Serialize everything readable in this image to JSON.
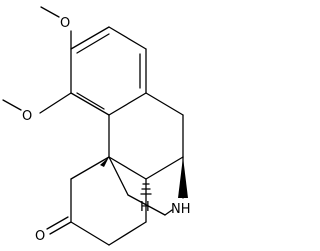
{
  "molecule": {
    "atoms": {
      "oxygen_top": "O",
      "oxygen_mid": "O",
      "oxygen_carbonyl": "O",
      "nitrogen": "NH",
      "hydrogen": "H"
    },
    "colors": {
      "bond": "#000000",
      "background": "#ffffff"
    }
  }
}
